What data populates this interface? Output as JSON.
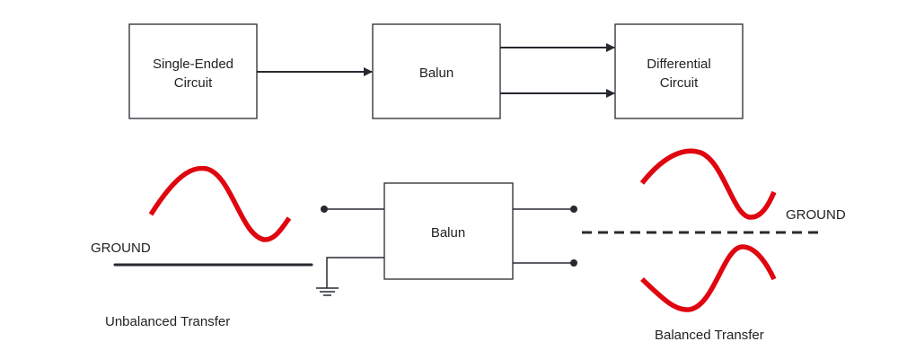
{
  "colors": {
    "line": "#262a30",
    "wave": "#e0060f",
    "text": "#222222"
  },
  "top_diagram": {
    "single_ended_box": {
      "line1": "Single-Ended",
      "line2": "Circuit"
    },
    "balun_box": {
      "label": "Balun"
    },
    "differential_box": {
      "line1": "Differential",
      "line2": "Circuit"
    }
  },
  "bottom_diagram": {
    "balun_box": {
      "label": "Balun"
    },
    "left_ground_label": "GROUND",
    "right_ground_label": "GROUND",
    "unbalanced_caption": "Unbalanced Transfer",
    "balanced_caption": "Balanced Transfer"
  }
}
